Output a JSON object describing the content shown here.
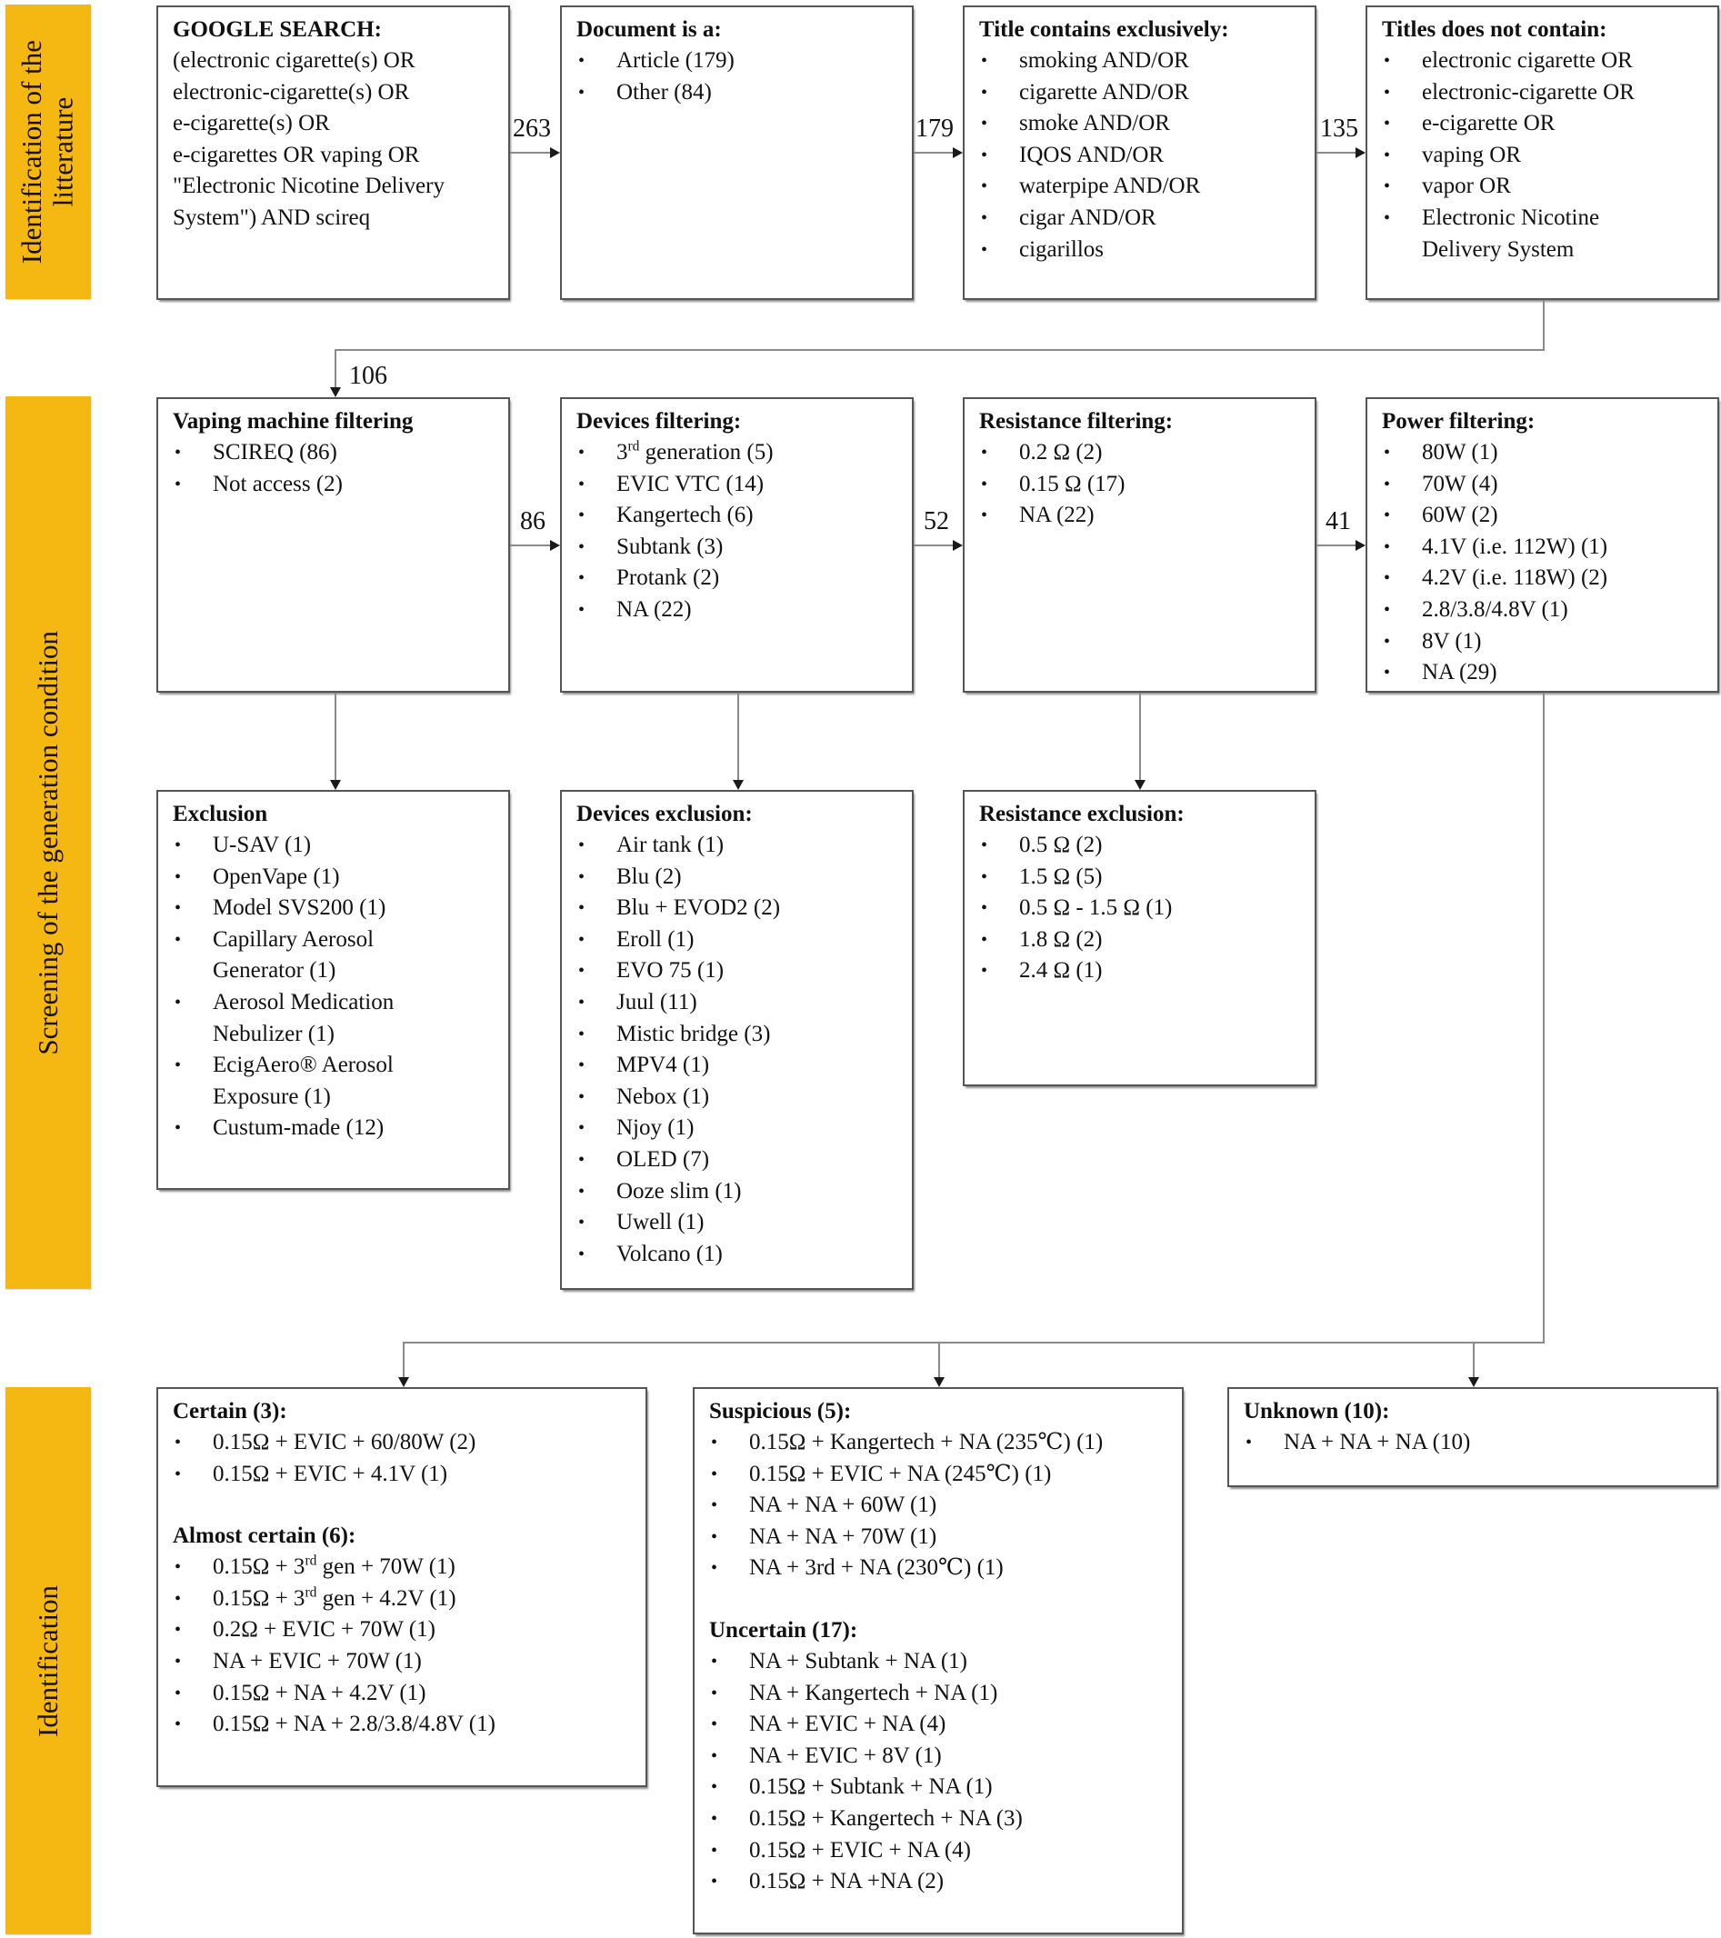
{
  "stages": [
    {
      "label": "Identification of the\nlitterature"
    },
    {
      "label": "Screening of the generation condition"
    },
    {
      "label": "Identification"
    }
  ],
  "colors": {
    "stage_bar": "#F5B812",
    "box_border": "#4a4a4a",
    "connector": "#6e6e6e",
    "arrow": "#1a1a1a"
  },
  "row1": {
    "google_search": {
      "title": "GOOGLE SEARCH:",
      "body": "(electronic cigarette(s) OR\nelectronic-cigarette(s) OR\ne-cigarette(s) OR\ne-cigarettes OR vaping OR\n\"Electronic Nicotine Delivery\nSystem\") AND scireq"
    },
    "document_is_a": {
      "title": "Document is a:",
      "items": [
        "Article (179)",
        "Other (84)"
      ]
    },
    "title_contains": {
      "title": "Title contains exclusively:",
      "items": [
        "smoking AND/OR",
        "cigarette AND/OR",
        "smoke AND/OR",
        "IQOS AND/OR",
        "waterpipe AND/OR",
        "cigar AND/OR",
        " cigarillos"
      ]
    },
    "titles_not_contain": {
      "title": "Titles does not contain:",
      "items": [
        "electronic cigarette OR",
        "electronic-cigarette OR",
        "e-cigarette OR",
        "vaping OR",
        "vapor OR",
        "Electronic Nicotine\nDelivery System"
      ]
    }
  },
  "row2": {
    "vaping_machine": {
      "title": "Vaping machine filtering",
      "items": [
        "SCIREQ (86)",
        "Not access (2)"
      ]
    },
    "devices_filtering": {
      "title": "Devices filtering:",
      "items": [
        "3rd generation (5)",
        "EVIC VTC (14)",
        "Kangertech (6)",
        "Subtank (3)",
        "Protank (2)",
        "NA (22)"
      ]
    },
    "resistance_filtering": {
      "title": "Resistance filtering:",
      "items": [
        "0.2 Ω (2)",
        "0.15 Ω (17)",
        "NA (22)"
      ]
    },
    "power_filtering": {
      "title": "Power filtering:",
      "items": [
        "80W (1)",
        "70W (4)",
        "60W (2)",
        "4.1V (i.e. 112W) (1)",
        "4.2V (i.e. 118W) (2)",
        "2.8/3.8/4.8V (1)",
        "8V (1)",
        "NA (29)"
      ]
    }
  },
  "row3": {
    "exclusion": {
      "title": "Exclusion",
      "items": [
        "U-SAV (1)",
        "OpenVape (1)",
        "Model SVS200 (1)",
        "Capillary Aerosol\nGenerator (1)",
        "Aerosol Medication\nNebulizer (1)",
        "EcigAero® Aerosol\nExposure (1)",
        "Custum-made (12)"
      ]
    },
    "devices_exclusion": {
      "title": "Devices exclusion:",
      "items": [
        "Air tank (1)",
        "Blu (2)",
        "Blu + EVOD2  (2)",
        "Eroll (1)",
        "EVO 75 (1)",
        "Juul (11)",
        "Mistic bridge (3)",
        "MPV4 (1)",
        "Nebox (1)",
        "Njoy (1)",
        "OLED (7)",
        "Ooze slim (1)",
        "Uwell (1)",
        "Volcano (1)"
      ]
    },
    "resistance_exclusion": {
      "title": "Resistance exclusion:",
      "items": [
        "0.5 Ω (2)",
        "1.5 Ω (5)",
        "0.5 Ω - 1.5 Ω (1)",
        "1.8 Ω (2)",
        "2.4 Ω (1)"
      ]
    }
  },
  "row4": {
    "certain": {
      "title": "Certain (3):",
      "items": [
        "0.15Ω + EVIC + 60/80W (2)",
        "0.15Ω + EVIC + 4.1V (1)"
      ],
      "title2": "Almost certain (6):",
      "items2": [
        "0.15Ω + 3rd gen + 70W (1)",
        "0.15Ω + 3rd gen + 4.2V (1)",
        "0.2Ω + EVIC + 70W (1)",
        "NA + EVIC + 70W (1)",
        "0.15Ω + NA + 4.2V (1)",
        "0.15Ω + NA + 2.8/3.8/4.8V (1)"
      ]
    },
    "suspicious": {
      "title": "Suspicious (5):",
      "items": [
        "0.15Ω + Kangertech + NA (235℃) (1)",
        "0.15Ω + EVIC + NA (245℃) (1)",
        "NA + NA + 60W (1)",
        "NA + NA + 70W (1)",
        "NA + 3rd + NA (230℃) (1)"
      ],
      "title2": "Uncertain (17):",
      "items2": [
        "NA + Subtank + NA (1)",
        "NA + Kangertech + NA (1)",
        "NA + EVIC + NA (4)",
        "NA + EVIC + 8V (1)",
        "0.15Ω + Subtank + NA (1)",
        "0.15Ω + Kangertech + NA (3)",
        "0.15Ω + EVIC + NA (4)",
        "0.15Ω + NA +NA (2)"
      ]
    },
    "unknown": {
      "title": "Unknown (10):",
      "items": [
        "NA + NA + NA (10)"
      ]
    }
  },
  "edge_labels": {
    "e263": "263",
    "e179": "179",
    "e135": "135",
    "e106": "106",
    "e86": "86",
    "e52": "52",
    "e41": "41"
  }
}
